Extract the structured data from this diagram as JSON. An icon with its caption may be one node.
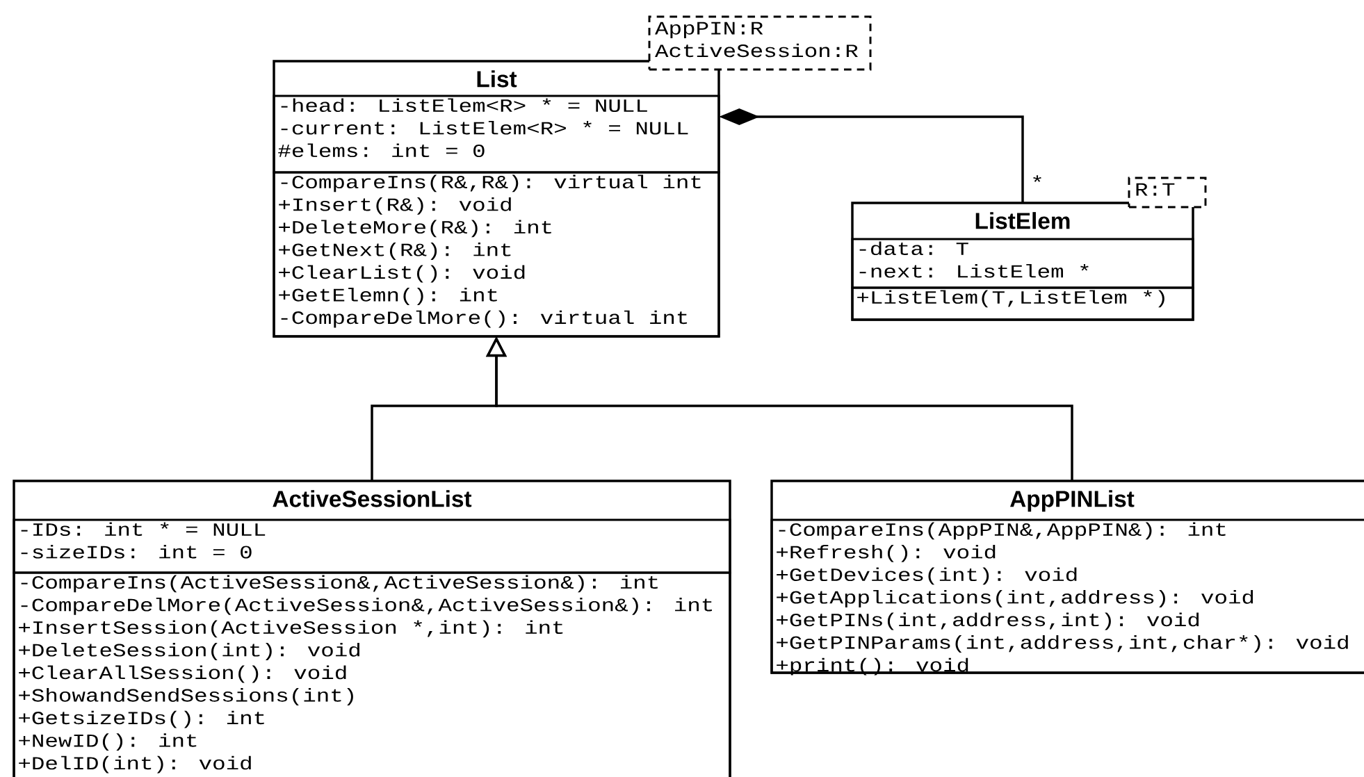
{
  "diagram": {
    "nodes": [
      {
        "text": [
          "List"
        ]
      },
      {
        "text": [
          "-head: ListElem<R> * = NULL",
          "-current: ListElem<R> * = NULL",
          "#elems: int = 0"
        ],
        "in": 0
      },
      {
        "text": [
          "-CompareIns(R&,R&): virtual int",
          "+Insert(R&): void",
          "+DeleteMore(R&): int",
          "+GetNext(R&): int",
          "+ClearList(): void",
          "+GetElemn(): int",
          "-CompareDelMore(): virtual int"
        ],
        "in": 0
      },
      {
        "text": [
          "AppPIN:R",
          "ActiveSession:R"
        ]
      },
      {
        "text": [
          "ListElem"
        ]
      },
      {
        "text": [
          "-data: T",
          "-next: ListElem *"
        ],
        "in": 4
      },
      {
        "text": [
          "+ListElem(T,ListElem *)"
        ],
        "in": 4
      },
      {
        "text": [
          "R:T"
        ]
      },
      {
        "text": [
          "ActiveSessionList"
        ]
      },
      {
        "text": [
          "-IDs: int * = NULL",
          "-sizeIDs: int = 0"
        ],
        "in": 8
      },
      {
        "text": [
          "-CompareIns(ActiveSession&,ActiveSession&): int",
          "-CompareDelMore(ActiveSession&,ActiveSession&): int",
          "+InsertSession(ActiveSession *,int): int",
          "+DeleteSession(int): void",
          "+ClearAllSession(): void",
          "+ShowandSendSessions(int)",
          "+GetsizeIDs(): int",
          "+NewID(): int",
          "+DelID(int): void"
        ],
        "in": 8
      },
      {
        "text": [
          "AppPINList"
        ]
      },
      {
        "text": [
          "-CompareIns(AppPIN&,AppPIN&): int",
          "+Refresh(): void",
          "+GetDevices(int): void",
          "+GetApplications(int,address): void",
          "+GetPINs(int,address,int): void",
          "+GetPINParams(int,address,int,char*): void",
          "+print(): void"
        ],
        "in": 11
      }
    ],
    "edges": [
      {
        "from": 4,
        "to": 0,
        "arrow": "other",
        "label": "*"
      },
      {
        "from": 8,
        "to": 0,
        "arrow": "to"
      },
      {
        "from": 11,
        "to": 0,
        "arrow": "to"
      }
    ]
  }
}
